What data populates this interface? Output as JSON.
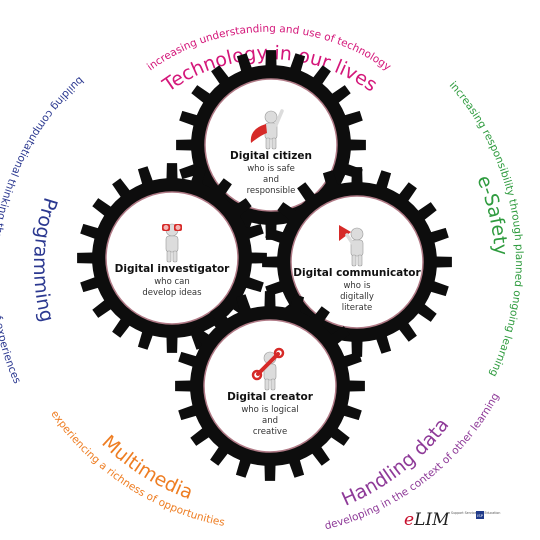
{
  "ring_labels": [
    {
      "key": "technology",
      "title": "Technology in our lives",
      "subtitle": "increasing understanding and use of technology",
      "color": "#d4177a"
    },
    {
      "key": "esafety",
      "title": "e-Safety",
      "subtitle": "increasing responsibility through planned ongoing learning",
      "color": "#2e9b3e"
    },
    {
      "key": "handling",
      "title": "Handling data",
      "subtitle": "developing in the context of other learning",
      "color": "#8e3a98"
    },
    {
      "key": "multimedia",
      "title": "Multimedia",
      "subtitle": "experiencing a richness of opportunities",
      "color": "#ee7d22"
    },
    {
      "key": "programming",
      "title": "Programming",
      "subtitle": "building computational thinking through a range of experiences",
      "color": "#2b3890"
    }
  ],
  "gears": [
    {
      "key": "citizen",
      "title": "Digital citizen",
      "lines": [
        "who is safe",
        "and",
        "responsible"
      ],
      "icon": "caped-figure-icon"
    },
    {
      "key": "investigator",
      "title": "Digital investigator",
      "lines": [
        "who can",
        "develop ideas"
      ],
      "icon": "binoculars-figure-icon"
    },
    {
      "key": "communicator",
      "title": "Digital communicator",
      "lines": [
        "who is",
        "digitally",
        "literate"
      ],
      "icon": "megaphone-figure-icon"
    },
    {
      "key": "creator",
      "title": "Digital creator",
      "lines": [
        "who is logical",
        "and",
        "creative"
      ],
      "icon": "wrench-figure-icon"
    }
  ],
  "logo": {
    "brand_e": "e",
    "brand_rest": "LIM",
    "tagline": "Support Services for Education",
    "badge": "ISP"
  },
  "colors": {
    "gear": "#0d0d0d",
    "gear_border": "#b07a86",
    "accent_red": "#d62a28"
  }
}
